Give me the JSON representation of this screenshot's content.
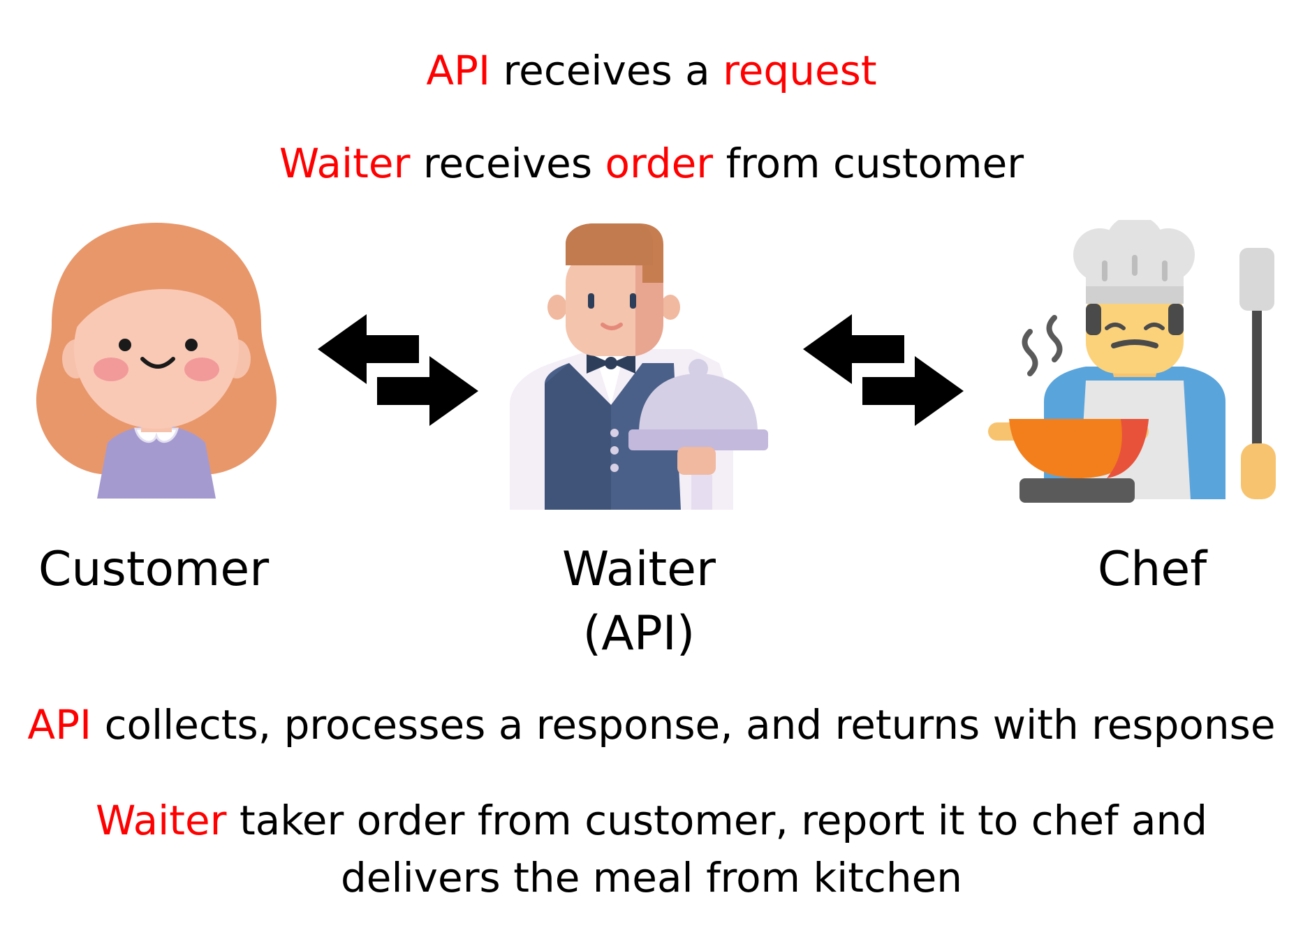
{
  "top_caption": {
    "api_word": "API",
    "receives_text": " receives a ",
    "request_word": "request"
  },
  "top_analogy": {
    "waiter_word": "Waiter",
    "receives_text": " receives ",
    "order_word": "order",
    "from_text": " from customer"
  },
  "actors": {
    "customer_label": "Customer",
    "waiter_label": "Waiter",
    "waiter_api_label": "(API)",
    "chef_label": "Chef"
  },
  "icons": {
    "customer": "customer-girl-icon",
    "waiter": "waiter-with-cloche-icon",
    "chef": "chef-cooking-icon",
    "exchange": "bidirectional-arrows-icon"
  },
  "bottom_caption": {
    "api_word": "API",
    "rest_text": " collects, processes a response, and returns with response"
  },
  "bottom_analogy": {
    "waiter_word": "Waiter",
    "line1_rest": " taker order from customer, report it to chef and",
    "line2": "delivers the meal from kitchen"
  },
  "colors": {
    "highlight": "#ff0000",
    "text": "#000000",
    "arrow": "#000000"
  }
}
